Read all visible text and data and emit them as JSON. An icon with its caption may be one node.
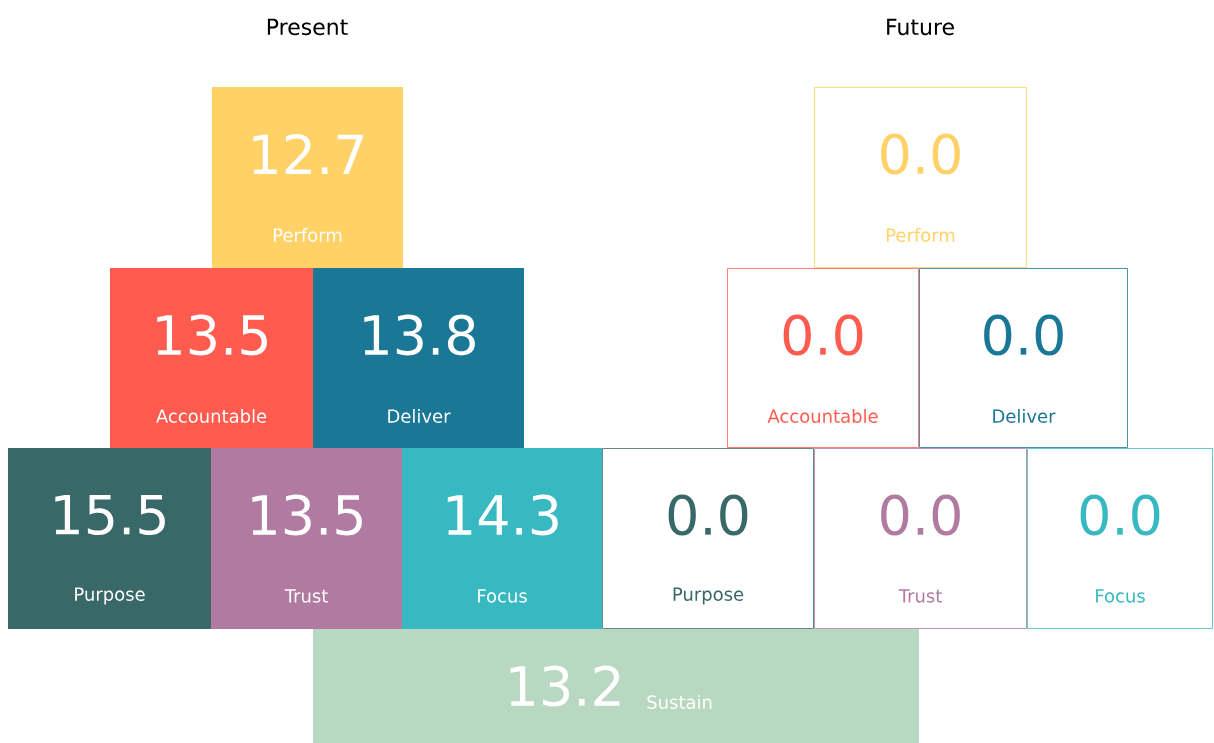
{
  "diagram": {
    "nodes": [
      {
        "text": [
          "12.7",
          "Perform"
        ]
      },
      {
        "text": [
          "13.5",
          "Accountable"
        ]
      },
      {
        "text": [
          "13.8",
          "Deliver"
        ]
      },
      {
        "text": [
          "15.5",
          "Purpose"
        ]
      },
      {
        "text": [
          "13.5",
          "Trust"
        ]
      },
      {
        "text": [
          "14.3",
          "Focus"
        ]
      },
      {
        "text": [
          "0.0",
          "Perform"
        ]
      },
      {
        "text": [
          "0.0",
          "Accountable"
        ]
      },
      {
        "text": [
          "0.0",
          "Deliver"
        ]
      },
      {
        "text": [
          "0.0",
          "Purpose"
        ]
      },
      {
        "text": [
          "0.0",
          "Trust"
        ]
      },
      {
        "text": [
          "0.0",
          "Focus"
        ]
      },
      {
        "text": [
          "13.2",
          "Sustain"
        ]
      }
    ],
    "labels": [
      "Present",
      "Future"
    ]
  }
}
